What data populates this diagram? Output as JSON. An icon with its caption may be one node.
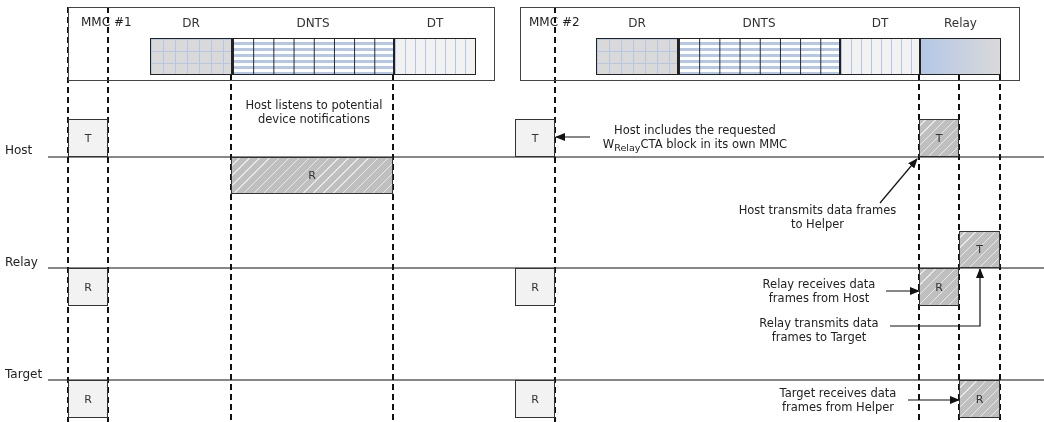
{
  "diagram": {
    "nodes": [
      {
        "text": [
          "MMC #1"
        ]
      },
      {
        "text": [
          "DR"
        ],
        "in": 0
      },
      {
        "text": [
          "DNTS"
        ],
        "in": 0
      },
      {
        "text": [
          "DT"
        ],
        "in": 0
      },
      {
        "text": [
          "MMC #2"
        ]
      },
      {
        "text": [
          "DR"
        ],
        "in": 4
      },
      {
        "text": [
          "DNTS"
        ],
        "in": 4
      },
      {
        "text": [
          "DT"
        ],
        "in": 4
      },
      {
        "text": [
          "Relay"
        ],
        "in": 4
      },
      {
        "text": [
          "T"
        ]
      },
      {
        "text": [
          "R"
        ]
      },
      {
        "text": [
          "R"
        ]
      },
      {
        "text": [
          "R"
        ]
      },
      {
        "text": [
          "T"
        ]
      },
      {
        "text": [
          "R"
        ]
      },
      {
        "text": [
          "R"
        ]
      },
      {
        "text": [
          "T"
        ]
      },
      {
        "text": [
          "T"
        ]
      },
      {
        "text": [
          "R"
        ]
      },
      {
        "text": [
          "R"
        ]
      },
      {
        "text": [
          "Host includes the requested W$_{Relay}$CTA block in its own MMC"
        ]
      },
      {
        "text": [
          "Host transmits data frames to Helper"
        ]
      },
      {
        "text": [
          "Relay receives data frames from Host"
        ]
      },
      {
        "text": [
          "Relay transmits data frames to Target"
        ]
      },
      {
        "text": [
          "Target receives data frames from Helper"
        ]
      }
    ],
    "edges": [
      {
        "from": 20,
        "to": 13,
        "arrow": "to"
      },
      {
        "from": 21,
        "to": 16,
        "arrow": "to"
      },
      {
        "from": 22,
        "to": 18,
        "arrow": "to"
      },
      {
        "from": 23,
        "to": 17,
        "arrow": "to"
      },
      {
        "from": 24,
        "to": 19,
        "arrow": "to"
      }
    ],
    "labels": [
      "Host listens to potential device notifications",
      "Host",
      "Relay",
      "Target"
    ]
  }
}
